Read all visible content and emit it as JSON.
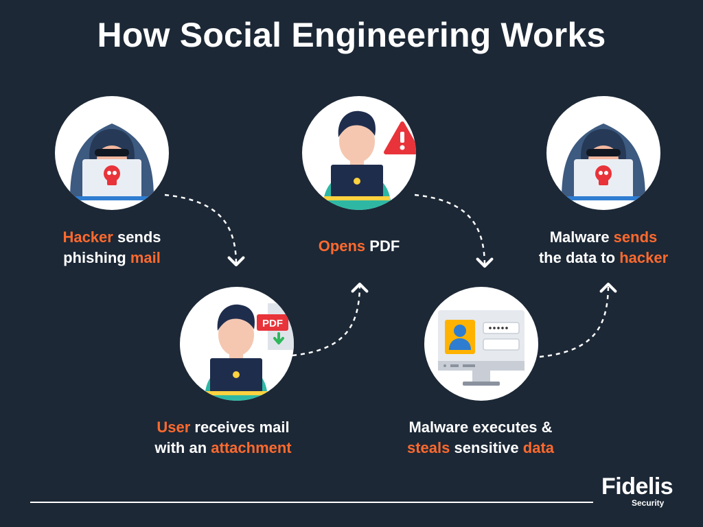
{
  "title": "How Social Engineering Works",
  "steps": [
    {
      "parts": [
        [
          {
            "text": "Hacker",
            "accent": true
          },
          {
            "text": " sends",
            "accent": false
          }
        ],
        [
          {
            "text": "phishing ",
            "accent": false
          },
          {
            "text": "mail",
            "accent": true
          }
        ]
      ]
    },
    {
      "parts": [
        [
          {
            "text": "User",
            "accent": true
          },
          {
            "text": " receives mail",
            "accent": false
          }
        ],
        [
          {
            "text": "with an ",
            "accent": false
          },
          {
            "text": "attachment",
            "accent": true
          }
        ]
      ]
    },
    {
      "parts": [
        [
          {
            "text": "Opens",
            "accent": true
          },
          {
            "text": " PDF",
            "accent": false
          }
        ]
      ]
    },
    {
      "parts": [
        [
          {
            "text": "Malware executes &",
            "accent": false
          }
        ],
        [
          {
            "text": "steals",
            "accent": true
          },
          {
            "text": " sensitive ",
            "accent": false
          },
          {
            "text": "data",
            "accent": true
          }
        ]
      ]
    },
    {
      "parts": [
        [
          {
            "text": "Malware ",
            "accent": false
          },
          {
            "text": "sends",
            "accent": true
          }
        ],
        [
          {
            "text": "the data to ",
            "accent": false
          },
          {
            "text": "hacker",
            "accent": true
          }
        ]
      ]
    }
  ],
  "pdf_badge": "PDF",
  "logo": {
    "word": "Fidelis",
    "sub": "Security"
  },
  "colors": {
    "background": "#1c2836",
    "accent": "#ff6a2e",
    "hood": "#3d5a80",
    "laptop": "#1f2d4d",
    "skin": "#f5c7b0",
    "alert": "#e8333a"
  }
}
